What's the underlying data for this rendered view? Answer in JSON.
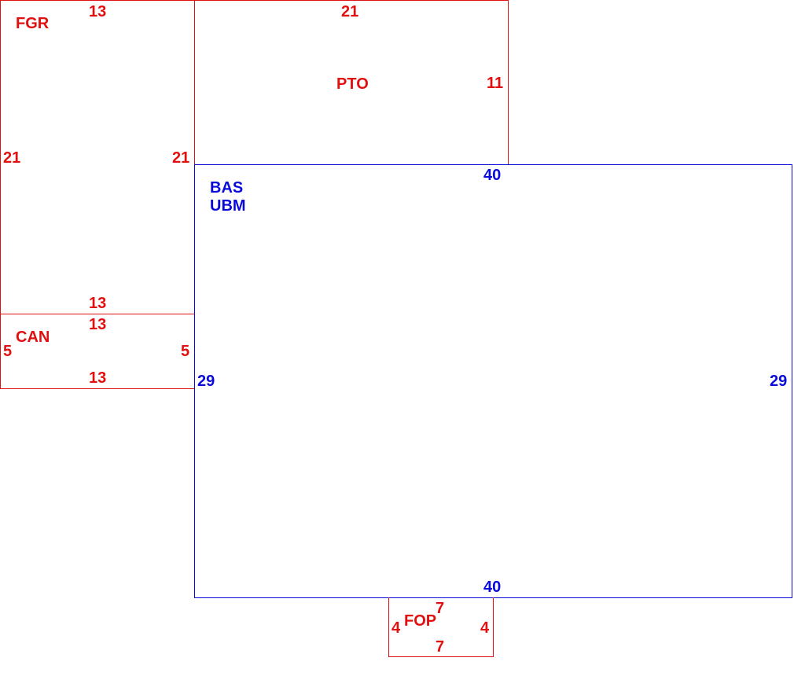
{
  "colors": {
    "addition": "#e01010",
    "base": "#0a0ad8",
    "background": "#ffffff"
  },
  "areas": {
    "fgr": {
      "code": "FGR",
      "top": "13",
      "bottom": "13",
      "left": "21",
      "right": "21"
    },
    "pto": {
      "code": "PTO",
      "top": "21",
      "right": "11"
    },
    "can": {
      "code": "CAN",
      "top": "13",
      "bottom": "13",
      "left": "5",
      "right": "5"
    },
    "bas": {
      "code": "BAS",
      "code2": "UBM",
      "top": "40",
      "bottom": "40",
      "left": "29",
      "right": "29"
    },
    "fop": {
      "code": "FOP",
      "top": "7",
      "bottom": "7",
      "left": "4",
      "right": "4"
    }
  }
}
